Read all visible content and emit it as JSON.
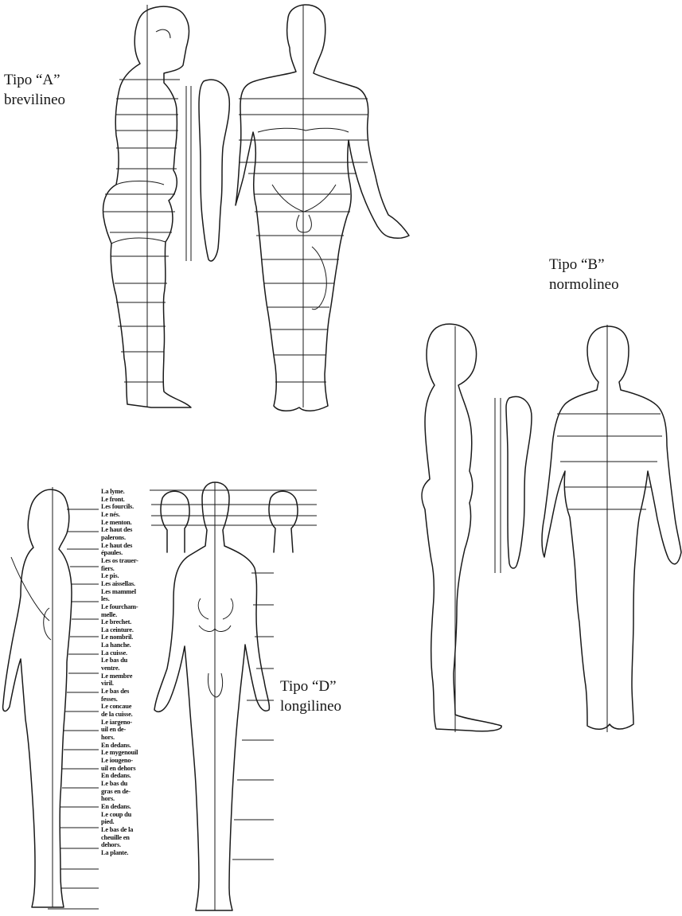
{
  "types": [
    {
      "key": "A",
      "title": "Tipo “A”",
      "subtitle": "brevilineo"
    },
    {
      "key": "B",
      "title": "Tipo “B”",
      "subtitle": "normolineo"
    },
    {
      "key": "D",
      "title": "Tipo “D”",
      "subtitle": "longilineo"
    }
  ],
  "legend_lines": [
    "La lyme.",
    "Le front.",
    "Les fourcils.",
    "Le nés.",
    "Le menton.",
    "Le haut des",
    "palerons.",
    "Le haut des",
    "épaules.",
    "Les os trauer-",
    "fiers.",
    "Le pis.",
    "Les aissellas.",
    "Les mammel",
    "les.",
    "Le fourcham-",
    "melle.",
    "Le brechet.",
    "La ceinture.",
    "Le nombril.",
    "La hanche.",
    "La cuisse.",
    "Le bas du",
    "ventre.",
    "Le membre",
    "viril.",
    "Le bas des",
    "fesses.",
    "Le concaue",
    "de la cuisse.",
    "Le iargeno-",
    "uil en de-",
    "hors.",
    "En dedans.",
    "Le mygenouil",
    "Le iougeno-",
    "uil en dehors",
    "En dedans.",
    "Le bas du",
    "gras en de-",
    "hors.",
    "En dedans.",
    "Le coup du",
    "pied.",
    "Le bas de la",
    "cheuille en",
    "dehors.",
    "La plante."
  ]
}
